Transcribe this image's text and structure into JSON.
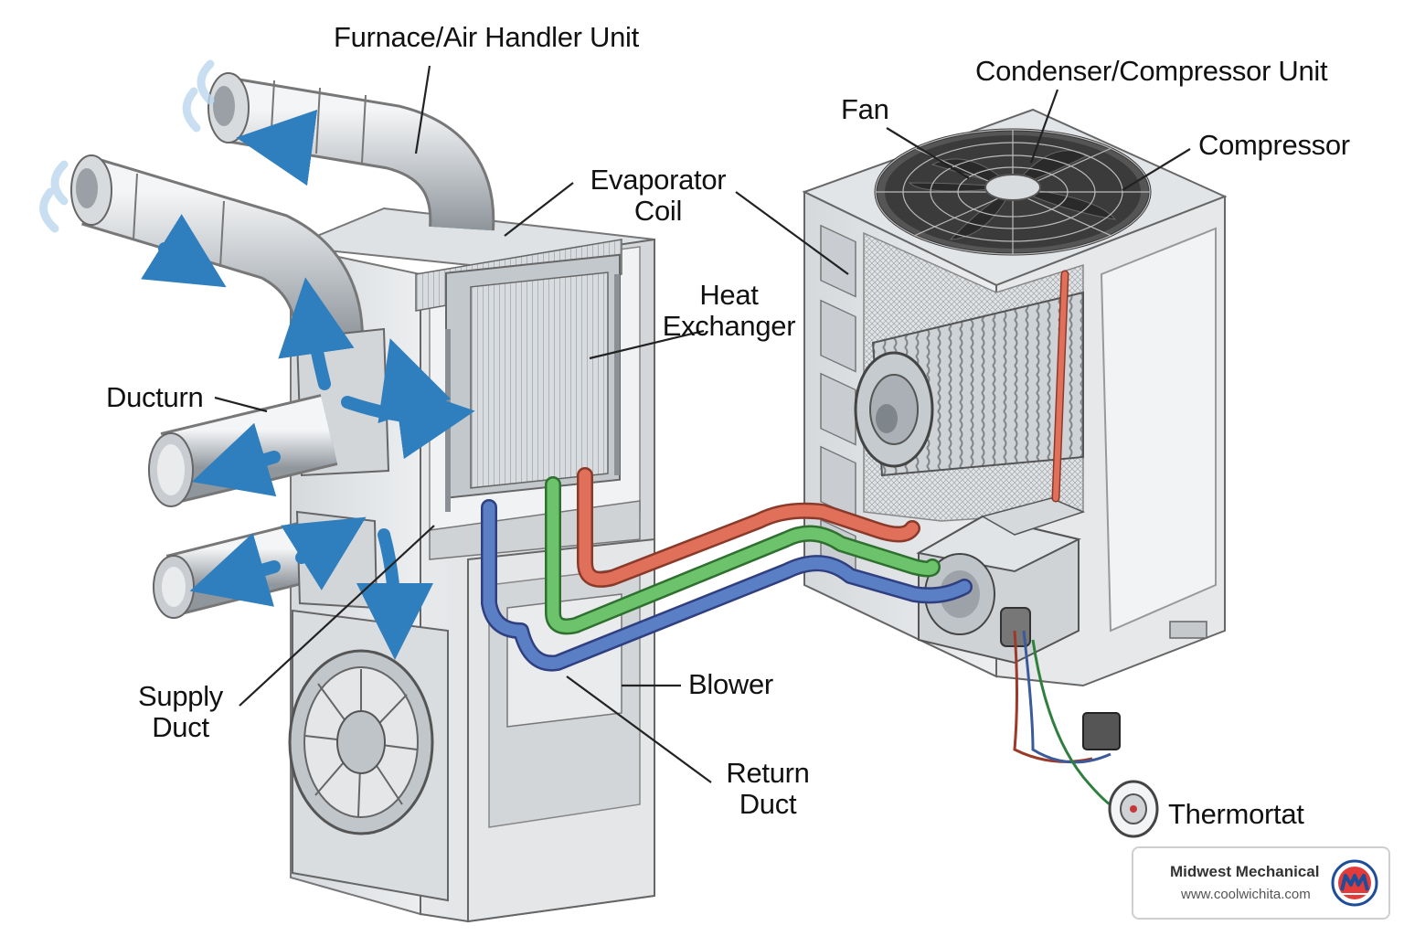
{
  "labels": {
    "furnace_unit": "Furnace/Air Handler Unit",
    "condenser_unit": "Condenser/Compressor Unit",
    "fan": "Fan",
    "compressor": "Compressor",
    "evaporator_coil_line1": "Evaporator",
    "evaporator_coil_line2": "Coil",
    "heat_exchanger_line1": "Heat",
    "heat_exchanger_line2": "Exchanger",
    "ductwork": "Ducturn",
    "supply_duct_line1": "Supply",
    "supply_duct_line2": "Duct",
    "blower": "Blower",
    "return_duct_line1": "Return",
    "return_duct_line2": "Duct",
    "thermostat": "Thermortat"
  },
  "logo": {
    "name": "Midwest Mechanical",
    "url": "www.coolwichita.com",
    "icon": "midwest-mechanical-logo-icon"
  },
  "colors": {
    "refrigerant_hot": "#e0705a",
    "refrigerant_liquid": "#6cc36c",
    "refrigerant_suction": "#5a7fc4",
    "airflow_arrow": "#2f7fbf",
    "metal_light": "#e6e8ea",
    "metal_mid": "#c9cdd1",
    "metal_dark": "#8e959b"
  }
}
